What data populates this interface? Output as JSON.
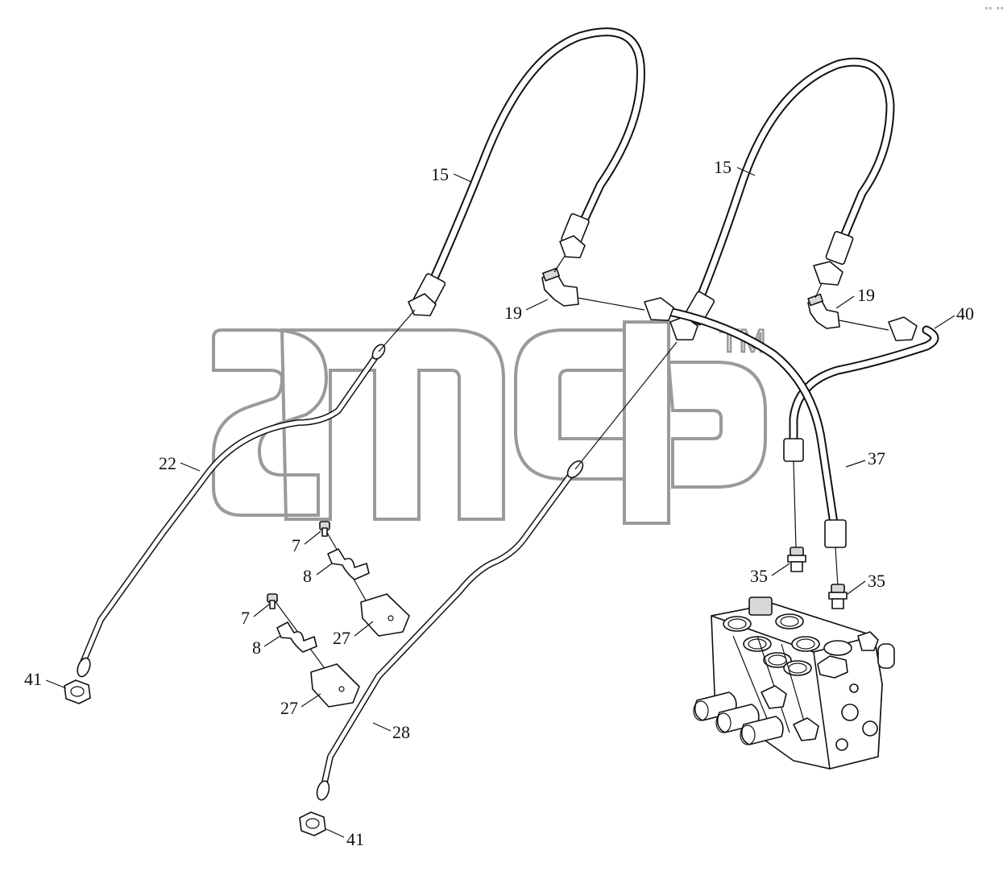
{
  "watermark": {
    "logo": "amd",
    "trademark": "TM"
  },
  "corner_mark": "ᵒᵒ ᵒᵒᵒ",
  "callouts": {
    "hose_left": "15",
    "hose_right": "15",
    "elbow_left": "19",
    "elbow_right": "19",
    "hose_40": "40",
    "pipe_22": "22",
    "hose_37": "37",
    "bolt_upper": "7",
    "clamp_upper": "8",
    "bolt_lower": "7",
    "clamp_lower": "8",
    "block_upper": "27",
    "block_lower": "27",
    "adapter_left": "35",
    "adapter_right": "35",
    "pipe_28": "28",
    "nut_left": "41",
    "nut_bottom": "41"
  }
}
